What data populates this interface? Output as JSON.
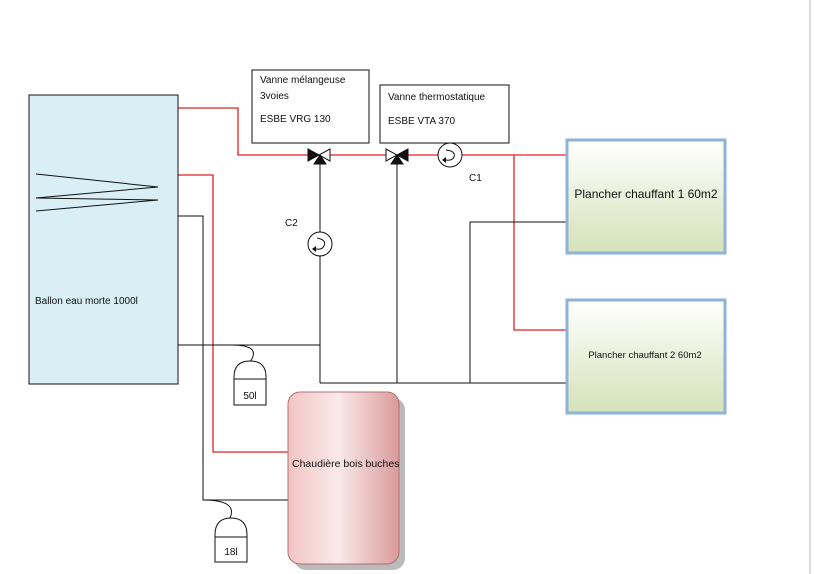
{
  "diagram": {
    "tank": {
      "label": "Ballon eau morte 1000l"
    },
    "mixing_valve": {
      "line1": "Vanne mélangeuse",
      "line2": "3voies",
      "model": "ESBE VRG 130"
    },
    "thermostatic_valve": {
      "line1": "Vanne thermostatique",
      "model": "ESBE VTA 370"
    },
    "pump_c1": {
      "label": "C1"
    },
    "pump_c2": {
      "label": "C2"
    },
    "floor_heating_1": {
      "label": "Plancher chauffant 1 60m2"
    },
    "floor_heating_2": {
      "label": "Plancher chauffant 2 60m2"
    },
    "expansion_vessel_1": {
      "label": "50l"
    },
    "expansion_vessel_2": {
      "label": "18l"
    },
    "boiler": {
      "label": "Chaudière bois buches"
    },
    "colors": {
      "hot_pipe": "#e32020",
      "return_pipe": "#111111",
      "tank_fill": "#d9eef5",
      "box_border": "#8eb3d9"
    }
  }
}
